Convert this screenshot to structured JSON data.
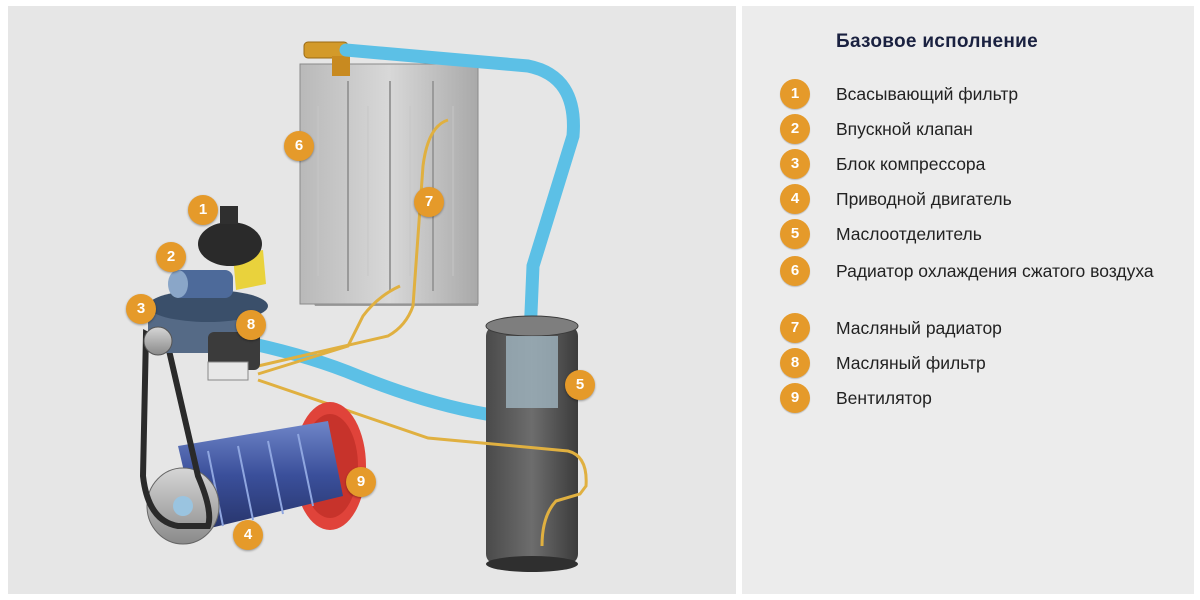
{
  "legend": {
    "title": "Базовое исполнение",
    "items": [
      {
        "num": "1",
        "label": "Всасывающий фильтр"
      },
      {
        "num": "2",
        "label": "Впускной клапан"
      },
      {
        "num": "3",
        "label": "Блок компрессора"
      },
      {
        "num": "4",
        "label": "Приводной двигатель"
      },
      {
        "num": "5",
        "label": "Маслоотделитель"
      },
      {
        "num": "6",
        "label": "Радиатор охлаждения сжатого воздуха"
      },
      {
        "num": "7",
        "label": "Масляный радиатор"
      },
      {
        "num": "8",
        "label": "Масляный фильтр"
      },
      {
        "num": "9",
        "label": "Вентилятор"
      }
    ]
  },
  "callouts": [
    "1",
    "2",
    "3",
    "4",
    "5",
    "6",
    "7",
    "8",
    "9"
  ],
  "colors": {
    "badge": "#e59a2a",
    "air_pipe": "#5cc0e6",
    "oil_line": "#e0b040",
    "fan": "#e0433a",
    "motor": "#3a4f9a",
    "title": "#1a2140"
  }
}
